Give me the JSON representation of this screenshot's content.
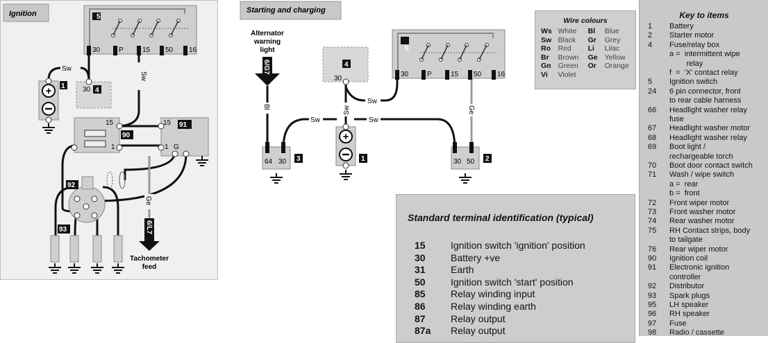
{
  "ignition": {
    "title": "Ignition",
    "wire_sw": "Sw",
    "wire_ge": "Ge",
    "arrow": "6/L7",
    "tach1": "Tachometer",
    "tach2": "feed",
    "switch_num": "5",
    "switch_terms": [
      "30",
      "P",
      "15",
      "50",
      "16"
    ],
    "battery_num": "1",
    "fusebox_num": "4",
    "fusebox_term": "30",
    "coil_num": "90",
    "coil_term15": "15",
    "coil_term1": "1",
    "ctrl_num": "91",
    "ctrl_term15": "15",
    "ctrl_term1": "1",
    "ctrl_termG": "G",
    "dist_num": "92",
    "plugs_num": "93"
  },
  "starting": {
    "title": "Starting and charging",
    "alt1": "Alternator",
    "alt2": "warning",
    "alt3": "light",
    "arrow": "6/G7",
    "wire_bl": "Bl",
    "wire_sw": "Sw",
    "wire_ge": "Ge",
    "fusebox_num": "4",
    "fusebox_term": "30",
    "switch_num": "5",
    "switch_terms": [
      "30",
      "P",
      "15",
      "50",
      "16"
    ],
    "battery_num": "1",
    "alt_num": "3",
    "alt_terms": [
      "64",
      "30"
    ],
    "starter_num": "2",
    "starter_terms": [
      "30",
      "50"
    ]
  },
  "wire_colours": {
    "title": "Wire colours",
    "rows": [
      [
        "Ws",
        "White",
        "Bl",
        "Blue"
      ],
      [
        "Sw",
        "Black",
        "Gr",
        "Grey"
      ],
      [
        "Ro",
        "Red",
        "Li",
        "Lilac"
      ],
      [
        "Br",
        "Brown",
        "Ge",
        "Yellow"
      ],
      [
        "Gn",
        "Green",
        "Or",
        "Orange"
      ],
      [
        "Vi",
        "Violet",
        "",
        ""
      ]
    ]
  },
  "terminals": {
    "title": "Standard terminal identification (typical)",
    "rows": [
      {
        "code": "15",
        "desc": "Ignition switch 'ignition' position"
      },
      {
        "code": "30",
        "desc": "Battery +ve"
      },
      {
        "code": "31",
        "desc": "Earth"
      },
      {
        "code": "50",
        "desc": "Ignition switch 'start' position"
      },
      {
        "code": "85",
        "desc": "Relay winding input"
      },
      {
        "code": "86",
        "desc": "Relay winding earth"
      },
      {
        "code": "87",
        "desc": "Relay output"
      },
      {
        "code": "87a",
        "desc": "Relay output"
      }
    ]
  },
  "key": {
    "title": "Key to items",
    "rows": [
      [
        "1",
        "Battery"
      ],
      [
        "2",
        "Starter motor"
      ],
      [
        "4",
        "Fuse/relay box"
      ],
      [
        "",
        "a =  intermittent wipe"
      ],
      [
        "",
        "        relay"
      ],
      [
        "",
        "f  =  'X' contact relay"
      ],
      [
        "5",
        "Ignition switch"
      ],
      [
        "24",
        "6 pin connector, front"
      ],
      [
        "",
        "to rear cable harness"
      ],
      [
        "66",
        "Headlight washer relay"
      ],
      [
        "",
        "fuse"
      ],
      [
        "67",
        "Headlight washer motor"
      ],
      [
        "68",
        "Headlight washer relay"
      ],
      [
        "69",
        "Boot light /"
      ],
      [
        "",
        "rechargeable torch"
      ],
      [
        "70",
        "Boot door contact switch"
      ],
      [
        "71",
        "Wash / wipe switch"
      ],
      [
        "",
        "a =  rear"
      ],
      [
        "",
        "b =  front"
      ],
      [
        "72",
        "Front wiper motor"
      ],
      [
        "73",
        "Front washer motor"
      ],
      [
        "74",
        "Rear washer motor"
      ],
      [
        "75",
        "RH Contact strips, body"
      ],
      [
        "",
        "to tailgate"
      ],
      [
        "76",
        "Rear wiper motor"
      ],
      [
        "90",
        "Ignition coil"
      ],
      [
        "91",
        "Electronic ignition"
      ],
      [
        "",
        "controller"
      ],
      [
        "92",
        "Distributor"
      ],
      [
        "93",
        "Spark plugs"
      ],
      [
        "95",
        "LH speaker"
      ],
      [
        "96",
        "RH speaker"
      ],
      [
        "97",
        "Fuse"
      ],
      [
        "98",
        "Radio / cassette"
      ]
    ]
  }
}
